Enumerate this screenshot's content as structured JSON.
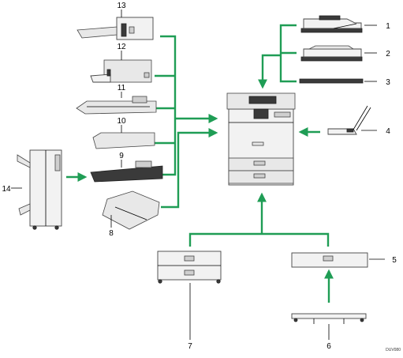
{
  "callouts": [
    "1",
    "2",
    "3",
    "4",
    "5",
    "6",
    "7",
    "8",
    "9",
    "10",
    "11",
    "12",
    "13",
    "14"
  ],
  "image_code": "DUV080",
  "colors": {
    "connector": "#1f9d55",
    "outline": "#444444",
    "device_dark": "#3a3a3a",
    "device_body": "#f2f2f2"
  }
}
